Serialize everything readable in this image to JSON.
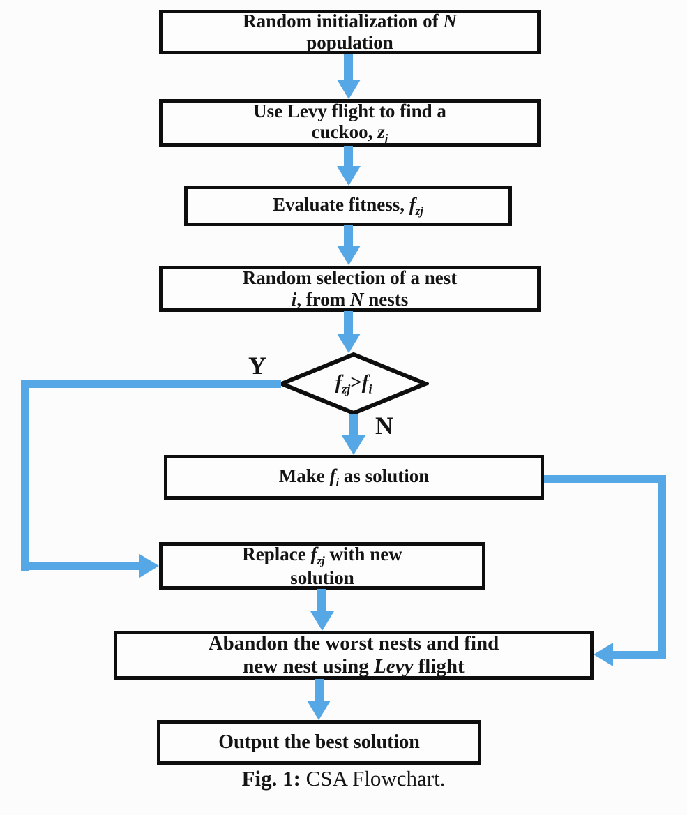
{
  "colors": {
    "arrow": "#55a7e5",
    "border": "#0e0e0e",
    "text": "#141414",
    "background": "#fcfcfc",
    "node_fill": "#fdfdfd"
  },
  "labels": {
    "yes": "Y",
    "no": "N"
  },
  "caption": {
    "prefix": "Fig. 1:",
    "rest": " CSA Flowchart."
  },
  "nodes": {
    "init": {
      "segments": [
        {
          "t": "Random initialization of "
        },
        {
          "t": "N",
          "style": "italic"
        },
        {
          "br": true
        },
        {
          "t": "population"
        }
      ]
    },
    "levy": {
      "segments": [
        {
          "t": "Use Levy flight to find a"
        },
        {
          "br": true
        },
        {
          "t": "cuckoo, "
        },
        {
          "t": "z",
          "style": "italic"
        },
        {
          "t": "j",
          "style": "sub"
        }
      ]
    },
    "evaluate": {
      "segments": [
        {
          "t": "Evaluate fitness, "
        },
        {
          "t": "f",
          "style": "italic"
        },
        {
          "t": "zj",
          "style": "sub"
        }
      ]
    },
    "select": {
      "segments": [
        {
          "t": "Random selection of a nest"
        },
        {
          "br": true
        },
        {
          "t": "i",
          "style": "italic"
        },
        {
          "t": ", from "
        },
        {
          "t": "N",
          "style": "italic"
        },
        {
          "t": " nests"
        }
      ]
    },
    "decision": {
      "segments": [
        {
          "t": "f",
          "style": "italic"
        },
        {
          "t": "zj",
          "style": "sub"
        },
        {
          "t": ">"
        },
        {
          "t": "f",
          "style": "italic"
        },
        {
          "t": "i",
          "style": "sub"
        }
      ]
    },
    "make": {
      "segments": [
        {
          "t": "Make "
        },
        {
          "t": "f",
          "style": "italic"
        },
        {
          "t": "i",
          "style": "sub"
        },
        {
          "t": " as solution"
        }
      ]
    },
    "replace": {
      "segments": [
        {
          "t": "Replace "
        },
        {
          "t": "f",
          "style": "italic"
        },
        {
          "t": "zj",
          "style": "sub"
        },
        {
          "t": " with new"
        },
        {
          "br": true
        },
        {
          "t": "solution"
        }
      ]
    },
    "abandon": {
      "segments": [
        {
          "t": "Abandon the worst nests and find"
        },
        {
          "br": true
        },
        {
          "t": "new nest using "
        },
        {
          "t": "Levy",
          "style": "italic"
        },
        {
          "t": " flight"
        }
      ]
    },
    "output": {
      "segments": [
        {
          "t": "Output the best solution"
        }
      ]
    }
  }
}
